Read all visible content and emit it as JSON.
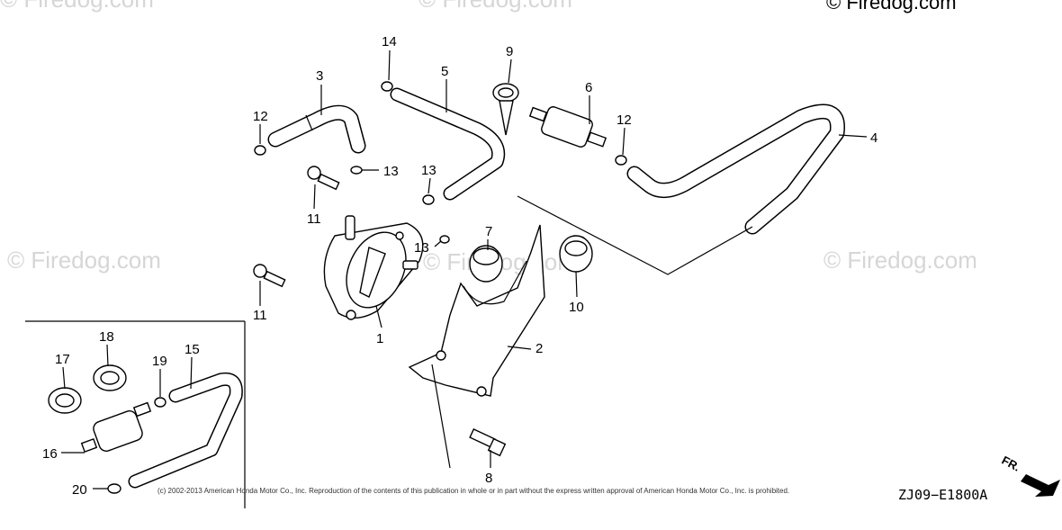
{
  "watermarks": {
    "top_left": "© Firedog.com",
    "top_center": "© Firedog.com",
    "top_right": "© Firedog.com",
    "mid_left": "© Firedog.com",
    "mid_center": "© Firedog.com",
    "mid_right": "© Firedog.com"
  },
  "callouts": {
    "c1": "1",
    "c2": "2",
    "c3": "3",
    "c4": "4",
    "c5": "5",
    "c6": "6",
    "c7": "7",
    "c8": "8",
    "c9": "9",
    "c10": "10",
    "c11a": "11",
    "c11b": "11",
    "c12a": "12",
    "c12b": "12",
    "c13a": "13",
    "c13b": "13",
    "c13c": "13",
    "c14": "14",
    "c15": "15",
    "c16": "16",
    "c17": "17",
    "c18": "18",
    "c19": "19",
    "c20": "20"
  },
  "copyright": "(c) 2002-2013 American Honda Motor Co., Inc. Reproduction of the contents of this publication in whole or in part without the express written approval of American Honda Motor Co., Inc. is prohibited.",
  "diagram_code": "ZJ09−E1800A",
  "direction_label": "FR."
}
